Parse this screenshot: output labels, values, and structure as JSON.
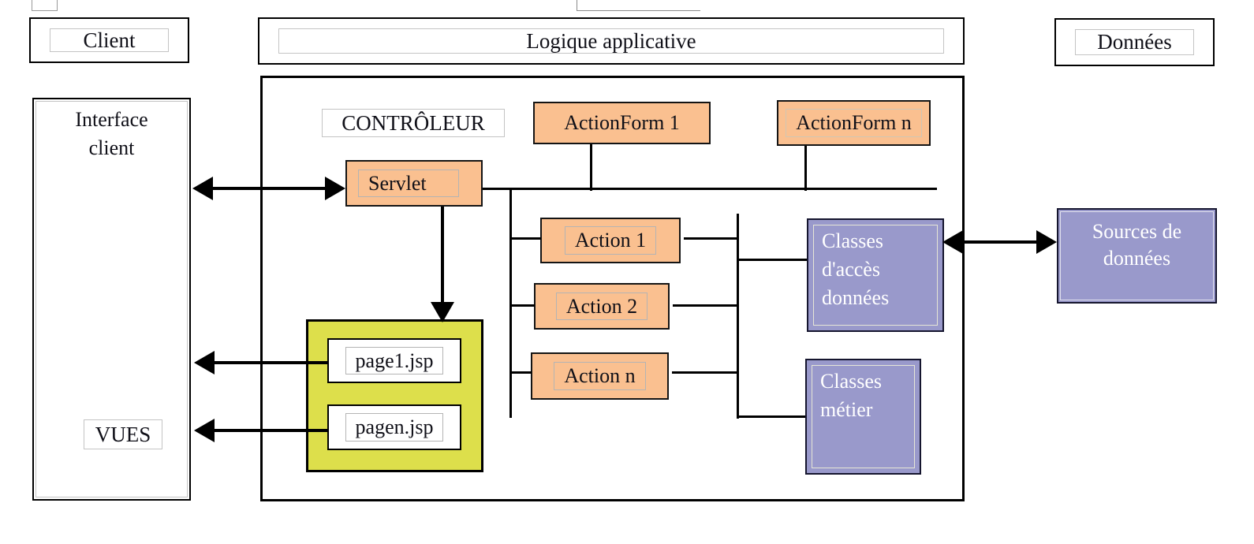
{
  "colors": {
    "orange": "#FAC090",
    "purple": "#9999CB",
    "yellow": "#DDDF4B",
    "line": "#000000"
  },
  "headers": {
    "client": "Client",
    "logic": "Logique applicative",
    "data": "Données"
  },
  "client_panel": {
    "title": "Interface client",
    "views_label": "VUES"
  },
  "controller": {
    "label": "CONTRÔLEUR",
    "servlet": "Servlet",
    "action_forms": [
      "ActionForm 1",
      "ActionForm n"
    ],
    "actions": [
      "Action 1",
      "Action 2",
      "Action n"
    ]
  },
  "views": {
    "pages": [
      "page1.jsp",
      "pagen.jsp"
    ]
  },
  "model": {
    "data_access": "Classes d'accès données",
    "business": "Classes métier"
  },
  "datasource": {
    "label": "Sources de données"
  }
}
